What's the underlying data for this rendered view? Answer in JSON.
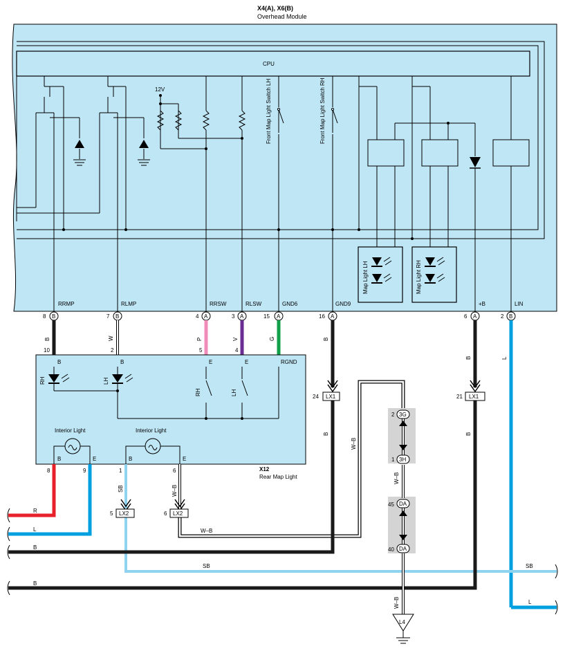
{
  "module": {
    "code": "X4(A), X6(B)",
    "name": "Overhead Module",
    "cpu_label": "CPU",
    "supply_label": "12V",
    "switch_lh_label": "Front Map Light Switch LH",
    "switch_rh_label": "Front Map Light Switch RH",
    "map_light_lh_label": "Map Light LH",
    "map_light_rh_label": "Map Light RH",
    "terminals": [
      {
        "name": "RRMP",
        "pin": "8",
        "conn": "B",
        "wire_color": "B"
      },
      {
        "name": "RLMP",
        "pin": "7",
        "conn": "B",
        "wire_color": "W"
      },
      {
        "name": "RRSW",
        "pin": "4",
        "conn": "A",
        "wire_color": "P"
      },
      {
        "name": "RLSW",
        "pin": "3",
        "conn": "A",
        "wire_color": "V"
      },
      {
        "name": "GND6",
        "pin": "15",
        "conn": "A",
        "wire_color": "G"
      },
      {
        "name": "GND9",
        "pin": "16",
        "conn": "A",
        "wire_color": "B"
      },
      {
        "name": "+B",
        "pin": "6",
        "conn": "A",
        "wire_color": "B"
      },
      {
        "name": "LIN",
        "pin": "2",
        "conn": "B",
        "wire_color": "L"
      }
    ]
  },
  "rear_map_light": {
    "code": "X12",
    "name": "Rear Map Light",
    "top_pins": [
      "10",
      "2",
      "5",
      "4"
    ],
    "top_terms": [
      "B",
      "B",
      "E",
      "E",
      "RGND"
    ],
    "rh_label": "RH",
    "lh_label": "LH",
    "interior_light_label": "Interior Light",
    "bottom_pins": [
      "8",
      "9",
      "1",
      "6"
    ],
    "bottom_terms": [
      "B",
      "E",
      "B",
      "E"
    ]
  },
  "connectors": {
    "lx1_gnd": {
      "pin": "24",
      "name": "LX1"
    },
    "lx1_b": {
      "pin": "21",
      "name": "LX1"
    },
    "lx2_sb": {
      "pin": "5",
      "name": "LX2"
    },
    "lx2_wb": {
      "pin": "6",
      "name": "LX2"
    },
    "c3g": {
      "pin": "2",
      "name": "3G"
    },
    "c3h": {
      "pin": "1",
      "name": "3H"
    },
    "cda_top": {
      "pin": "45",
      "name": "DA"
    },
    "cda_bot": {
      "pin": "40",
      "name": "DA"
    },
    "ground": {
      "name": "L4"
    }
  },
  "wire_labels": {
    "r": "R",
    "l": "L",
    "b": "B",
    "sb": "SB",
    "wb": "W–B"
  },
  "colors": {
    "module_fill": "#bfe6f5",
    "black": "#1a1a1a",
    "pink": "#f08cba",
    "violet": "#6a2d91",
    "green": "#10a04a",
    "red": "#e8202a",
    "blue": "#00a0e0",
    "sky": "#8fd3f0",
    "gray_band": "#d4d4d4"
  }
}
